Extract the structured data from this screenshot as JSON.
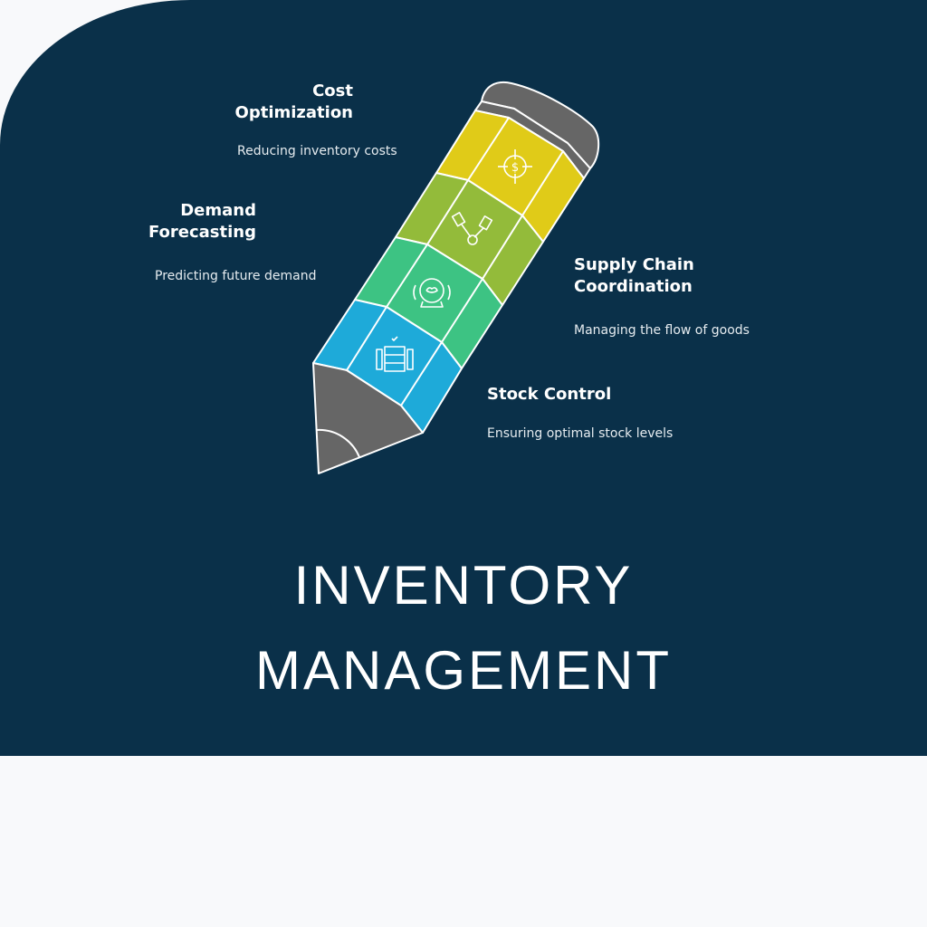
{
  "title": {
    "line1": "INVENTORY",
    "line2": "MANAGEMENT"
  },
  "items": [
    {
      "heading_l1": "Cost",
      "heading_l2": "Optimization",
      "desc": "Reducing inventory costs",
      "icon": "dollar-target-icon",
      "color": "#e0cb18"
    },
    {
      "heading_l1": "Supply Chain",
      "heading_l2": "Coordination",
      "desc": "Managing the flow of goods",
      "icon": "pistons-gear-icon",
      "color": "#93bb3a"
    },
    {
      "heading_l1": "Demand",
      "heading_l2": "Forecasting",
      "desc": "Predicting future demand",
      "icon": "crystal-ball-icon",
      "color": "#3dc383"
    },
    {
      "heading_l1": "Stock Control",
      "desc": "Ensuring optimal stock levels",
      "icon": "inventory-rack-icon",
      "color": "#1eaad9"
    }
  ],
  "colors": {
    "background": "#0a3049",
    "pencil_gray": "#666666",
    "page": "#f8f9fb"
  }
}
